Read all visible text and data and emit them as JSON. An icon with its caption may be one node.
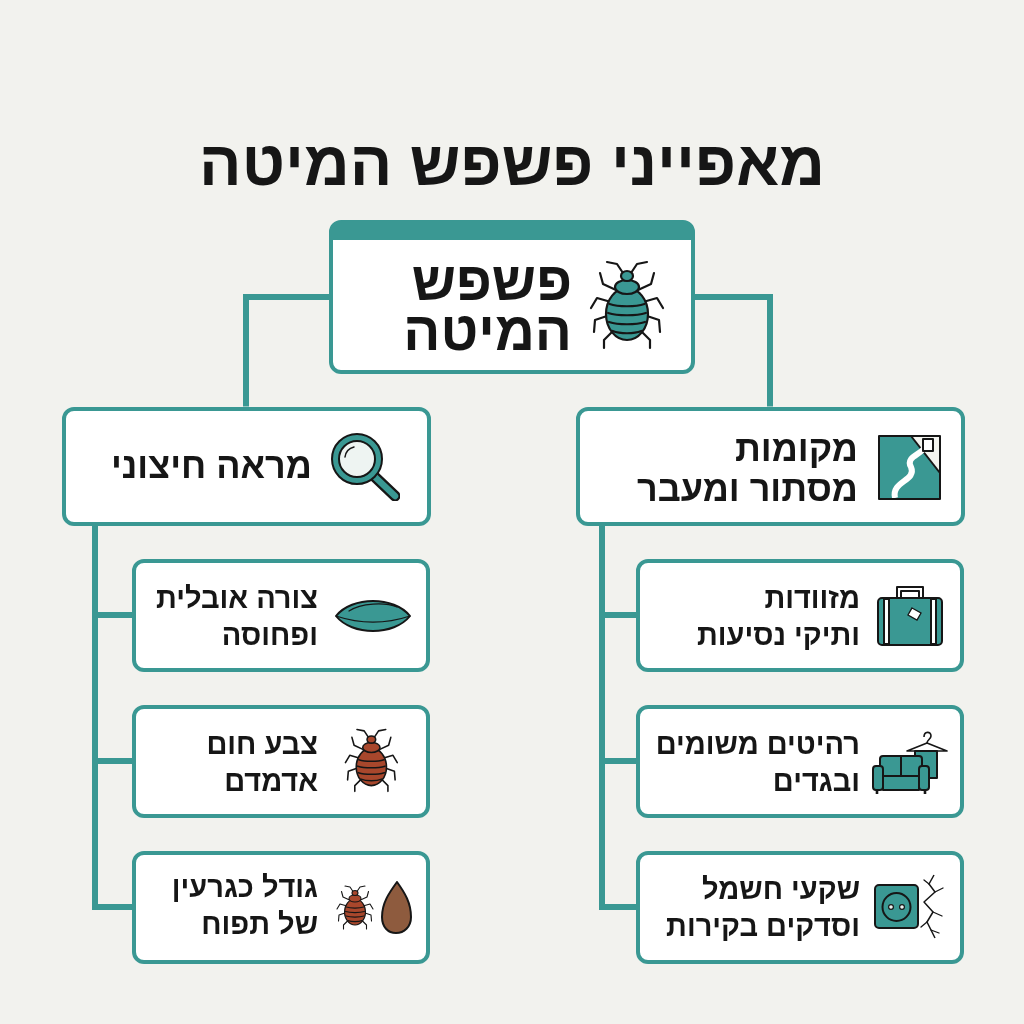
{
  "diagram": {
    "title": "מאפייני פשפש המיטה",
    "nodes": [
      {
        "text": [
          "פשפש המיטה"
        ]
      },
      {
        "text": [
          "מקומות מסתור ומעבר"
        ]
      },
      {
        "text": [
          "מזוודות ותיקי נסיעות"
        ]
      },
      {
        "text": [
          "רהיטים משומים ובגדים"
        ]
      },
      {
        "text": [
          "שקעי חשמל וסדקים בקירות"
        ]
      },
      {
        "text": [
          "מראה חיצוני"
        ]
      },
      {
        "text": [
          "צורה אובלית ופחוסה"
        ]
      },
      {
        "text": [
          "צבע חום אדמדם"
        ]
      },
      {
        "text": [
          "גודל כגרעין של תפוח"
        ]
      }
    ],
    "edges": [
      {
        "from": 0,
        "to": 1,
        "arrow": "none"
      },
      {
        "from": 0,
        "to": 5,
        "arrow": "none"
      },
      {
        "from": 1,
        "to": 2,
        "arrow": "none"
      },
      {
        "from": 1,
        "to": 3,
        "arrow": "none"
      },
      {
        "from": 1,
        "to": 4,
        "arrow": "none"
      },
      {
        "from": 5,
        "to": 6,
        "arrow": "none"
      },
      {
        "from": 5,
        "to": 7,
        "arrow": "none"
      },
      {
        "from": 5,
        "to": 8,
        "arrow": "none"
      }
    ]
  }
}
